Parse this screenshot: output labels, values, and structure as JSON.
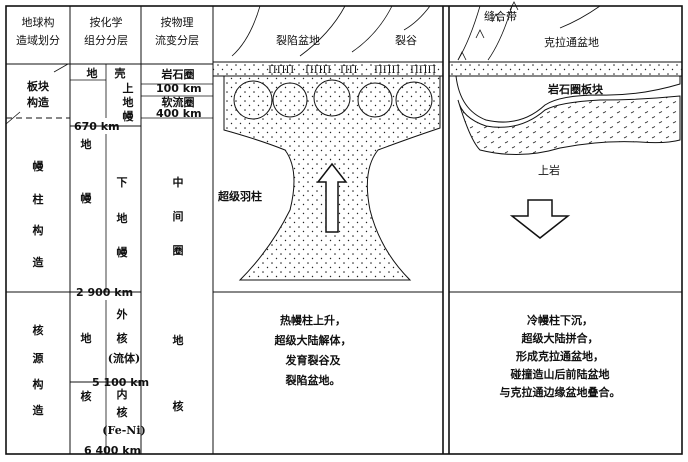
{
  "header": {
    "col1": [
      "地球构",
      "造域划分"
    ],
    "col2": [
      "按化学",
      "组分分层"
    ],
    "col3": [
      "按物理",
      "流变分层"
    ],
    "rift_basin": "裂陷盆地",
    "rift_valley": "裂谷",
    "suture_zone": "缝合带",
    "craton_basin": "克拉通盆地"
  },
  "rows": {
    "plate_tectonics": [
      "板块",
      "构造"
    ],
    "mantle_plume": [
      "幔",
      "柱",
      "构",
      "造"
    ],
    "core_source": [
      "核",
      "源",
      "构",
      "造"
    ]
  },
  "chemical": {
    "crust": [
      "地",
      "壳"
    ],
    "upper_mantle": [
      "上",
      "地",
      "幔"
    ],
    "mantle": [
      "地",
      "幔"
    ],
    "lower_mantle": [
      "下",
      "地",
      "幔"
    ],
    "core": [
      "地",
      "核"
    ],
    "outer_core": [
      "外",
      "核"
    ],
    "fluid": "(流体)",
    "inner_core": [
      "内",
      "核"
    ],
    "fe_ni": "(Fe-Ni)"
  },
  "physical": {
    "lithosphere": "岩石圈",
    "asthenosphere": "软流圈",
    "mesosphere": [
      "中",
      "间",
      "圈"
    ],
    "core": [
      "地",
      "核"
    ]
  },
  "depths": {
    "d100": "100 km",
    "d400": "400 km",
    "d670": "670 km",
    "d2900": "2 900 km",
    "d5100": "5 100 km",
    "d6400": "6 400 km"
  },
  "diagram": {
    "superplume": "超级羽柱",
    "lithosphere_plate": "岩石圈板块",
    "cold_plume_label": "上岩",
    "left_caption": [
      "热幔柱上升，",
      "超级大陆解体，",
      "发育裂谷及",
      "裂陷盆地。"
    ],
    "right_caption": [
      "冷幔柱下沉，",
      "超级大陆拼合，",
      "形成克拉通盆地，",
      "碰撞造山后前陆盆地",
      "与克拉通边缘盆地叠合。"
    ]
  }
}
